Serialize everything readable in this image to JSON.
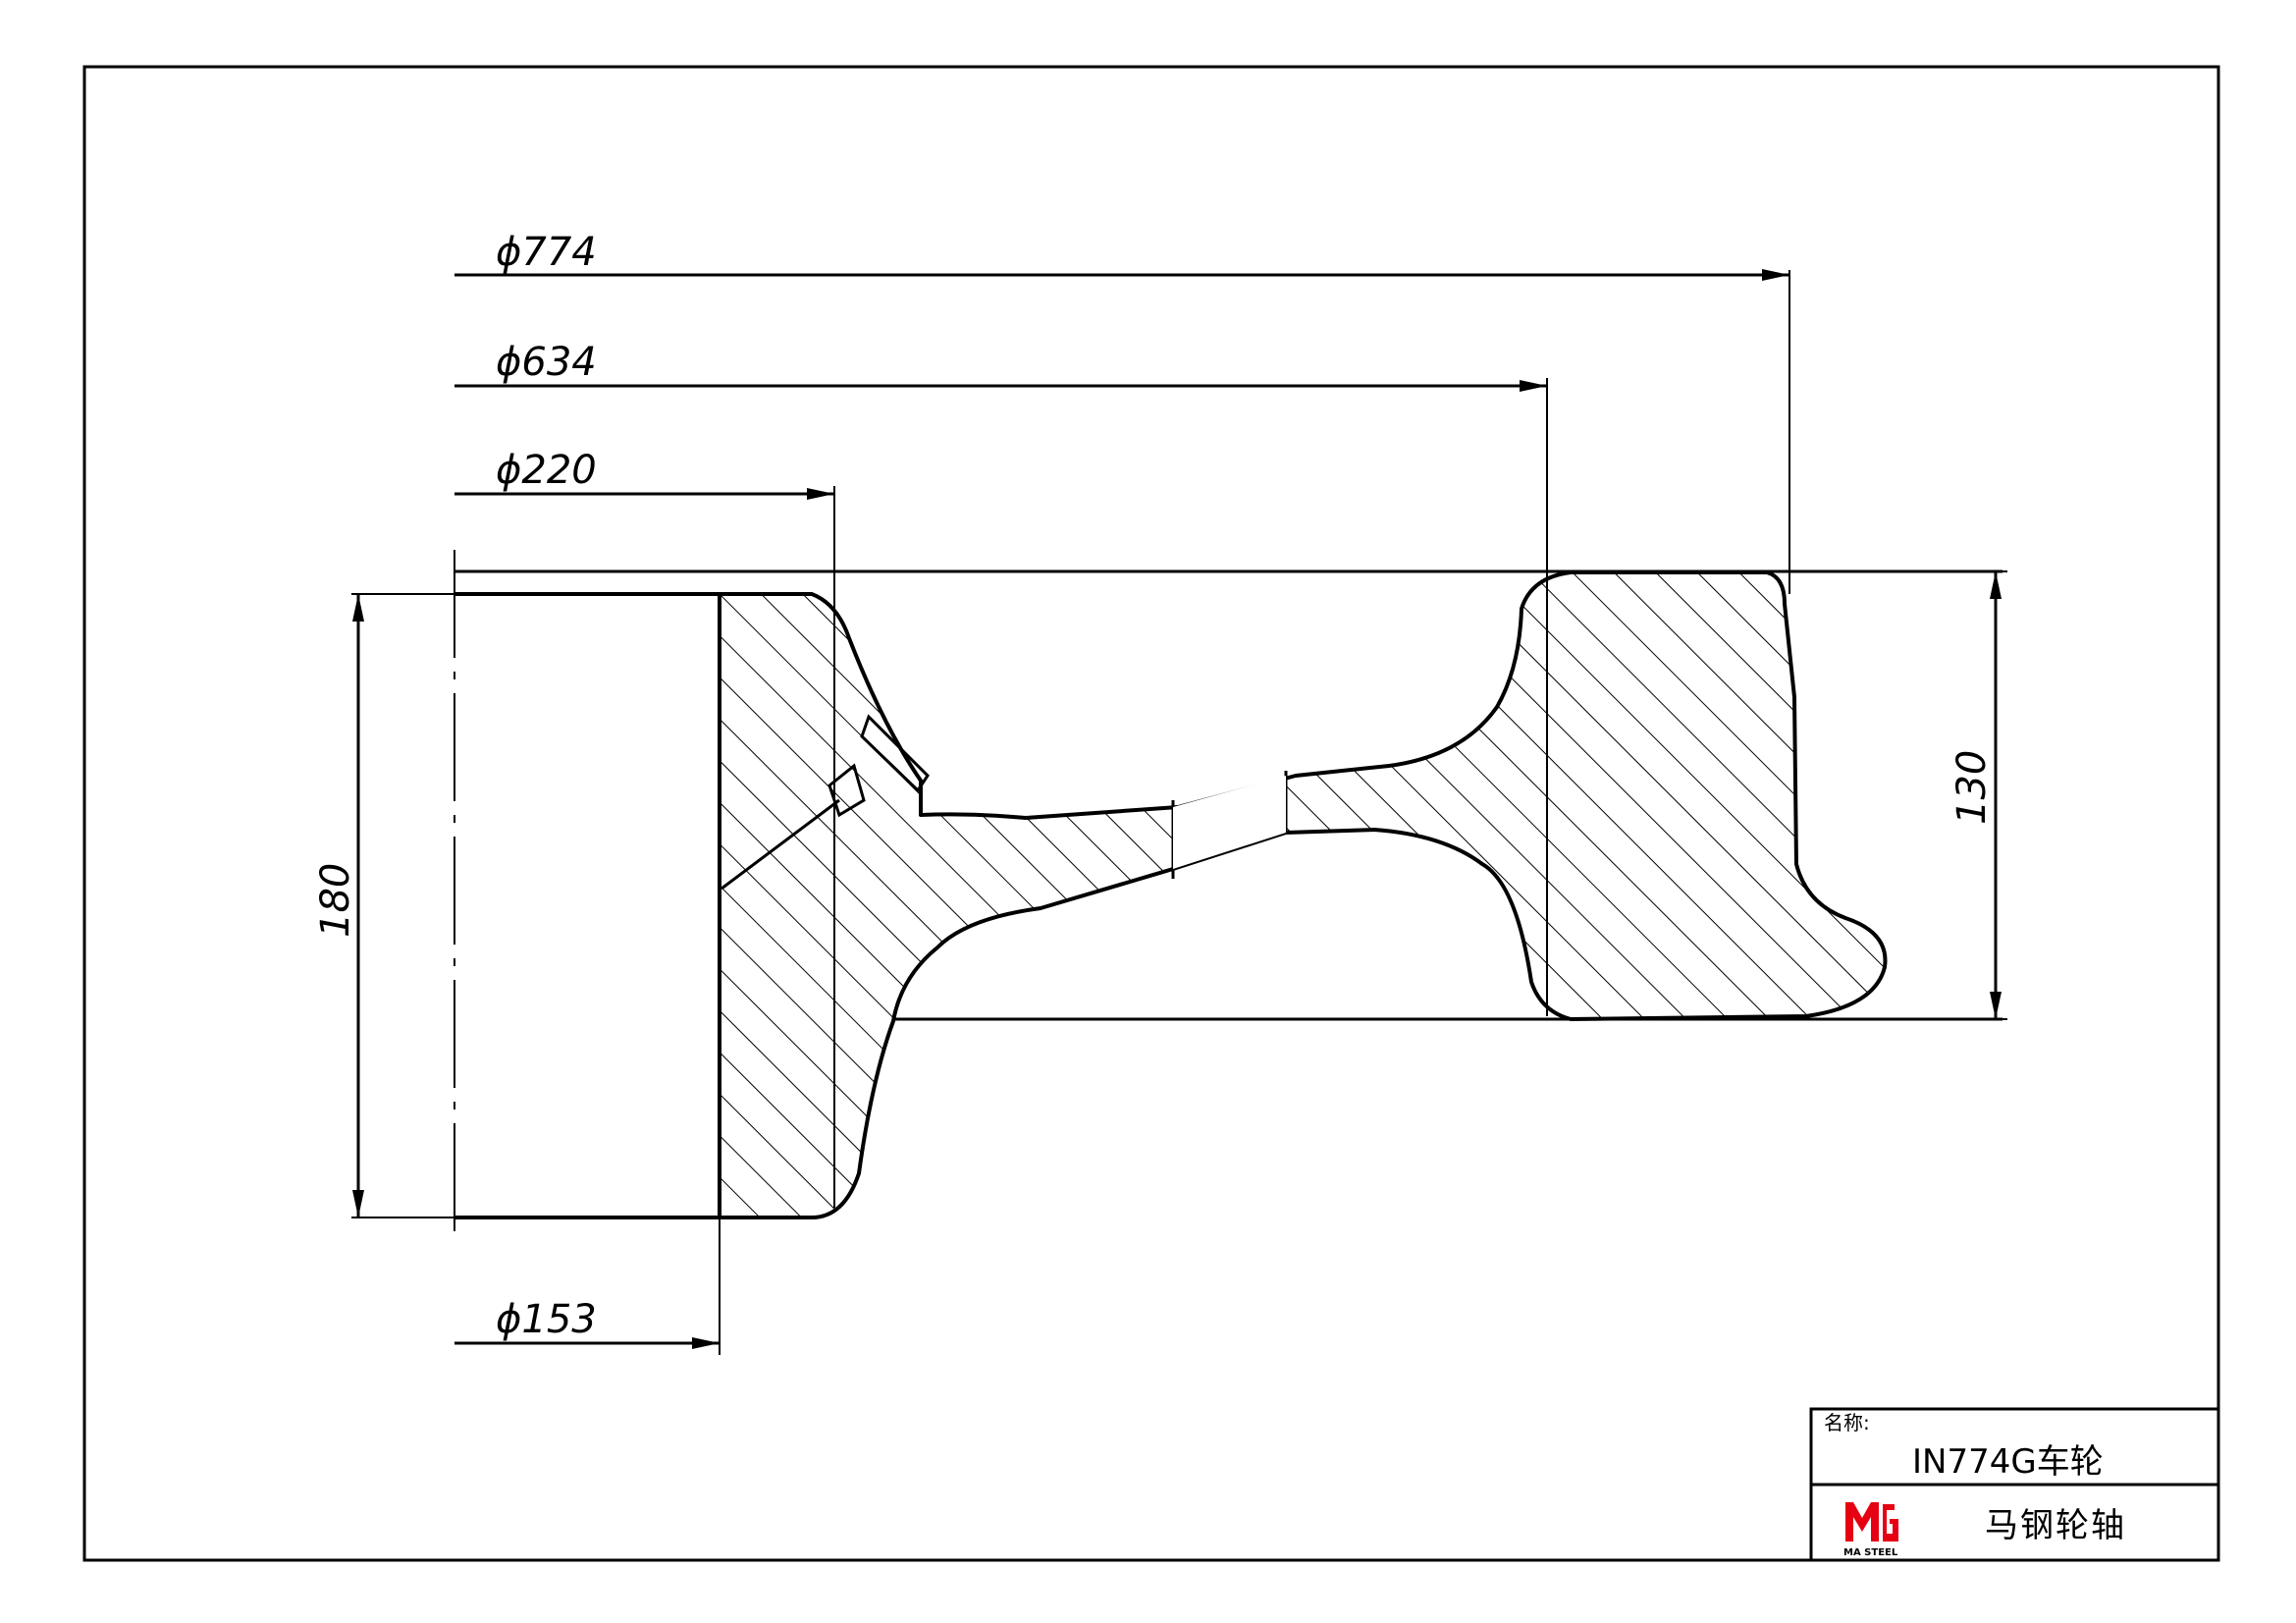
{
  "dimensions": {
    "d774": "ϕ774",
    "d634": "ϕ634",
    "d220": "ϕ220",
    "d153": "ϕ153",
    "h180": "180",
    "h130": "130"
  },
  "title_block": {
    "name_label": "名称:",
    "name_value": "IN774G车轮",
    "company": "马钢轮轴",
    "logo_text": "MA STEEL"
  },
  "colors": {
    "line": "#000000",
    "logo_red": "#e60012",
    "background": "#ffffff"
  }
}
